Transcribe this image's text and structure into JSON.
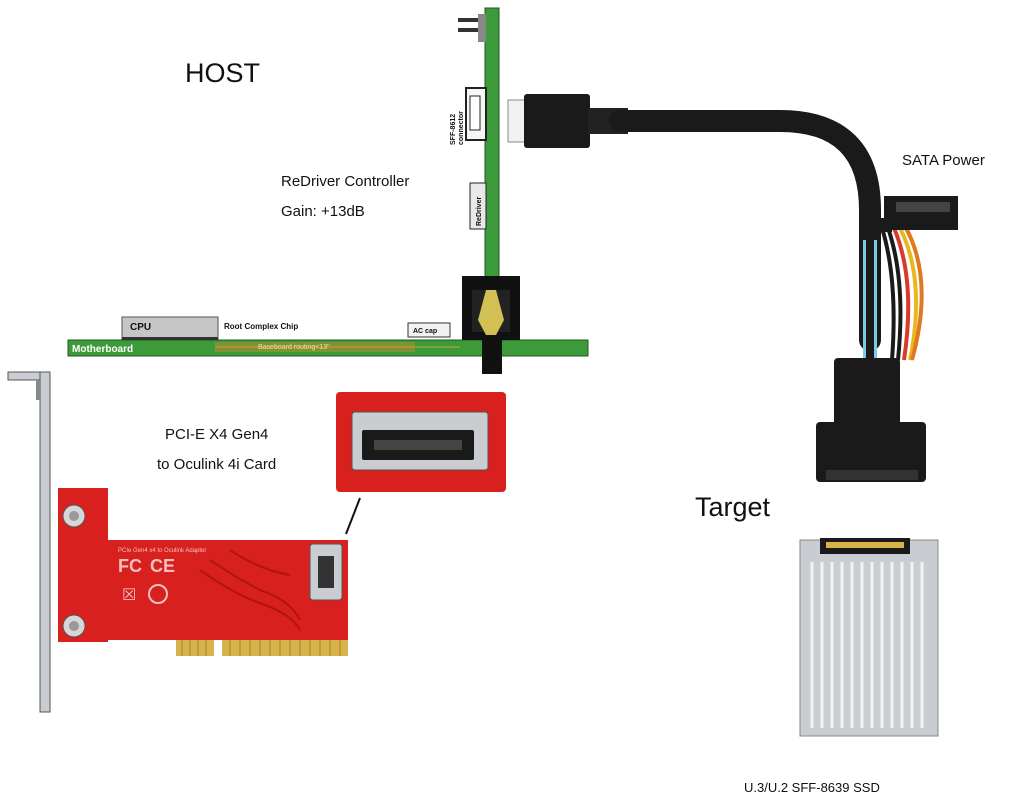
{
  "host": {
    "title": "HOST",
    "redriver_title": "ReDriver Controller",
    "redriver_gain": "Gain: +13dB",
    "motherboard_label": "Motherboard",
    "cpu_label": "CPU",
    "root_complex_label": "Root Complex Chip",
    "baseboard_label": "Baseboard routing<13\"",
    "ac_cap_label": "AC cap",
    "connector_label_1": "SFF-8612",
    "connector_label_2": "connector",
    "redriver_chip_label": "ReDriver"
  },
  "card": {
    "line1": "PCI-E X4 Gen4",
    "line2": "to Oculink 4i Card",
    "silkscreen": "PCIe Gen4 x4 to Oculink Adapter"
  },
  "cable": {
    "sata_power": "SATA Power"
  },
  "target": {
    "title": "Target",
    "ssd_label": "U.3/U.2 SFF-8639 SSD"
  },
  "colors": {
    "pcb_green": "#3d9a3a",
    "card_red": "#d8201e",
    "gold": "#d8b24a",
    "cable_black": "#1a1a1a",
    "ssd_silver": "#c9ccd1"
  }
}
